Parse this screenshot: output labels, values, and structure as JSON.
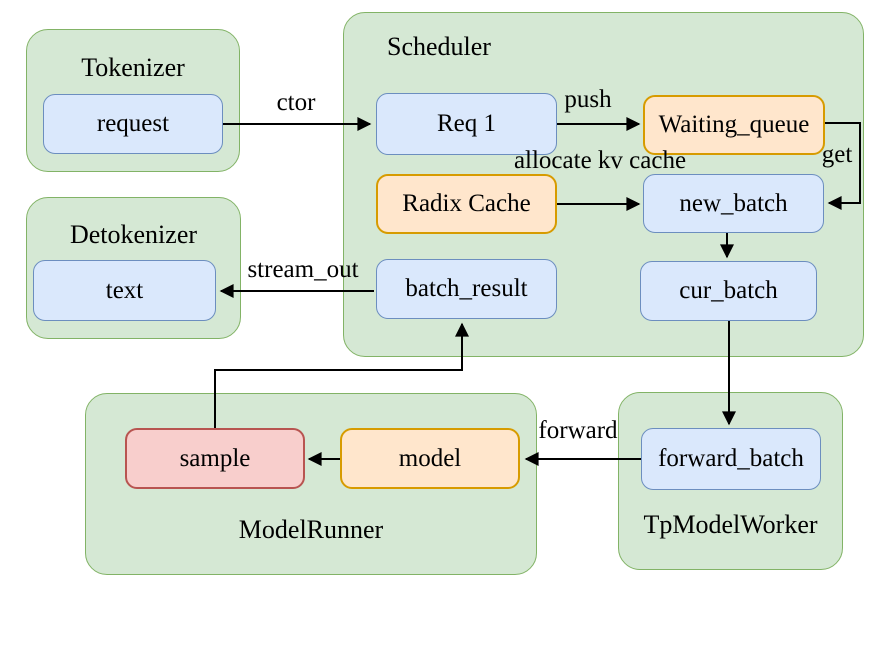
{
  "diagram": {
    "containers": {
      "tokenizer": {
        "label": "Tokenizer"
      },
      "detokenizer": {
        "label": "Detokenizer"
      },
      "scheduler": {
        "label": "Scheduler"
      },
      "model_runner": {
        "label": "ModelRunner"
      },
      "tp_model_worker": {
        "label": "TpModelWorker"
      }
    },
    "nodes": {
      "request": {
        "label": "request",
        "kind": "blue"
      },
      "text": {
        "label": "text",
        "kind": "blue"
      },
      "req1": {
        "label": "Req 1",
        "kind": "blue"
      },
      "waiting_queue": {
        "label": "Waiting_queue",
        "kind": "orange"
      },
      "radix_cache": {
        "label": "Radix Cache",
        "kind": "orange"
      },
      "new_batch": {
        "label": "new_batch",
        "kind": "blue"
      },
      "batch_result": {
        "label": "batch_result",
        "kind": "blue"
      },
      "cur_batch": {
        "label": "cur_batch",
        "kind": "blue"
      },
      "sample": {
        "label": "sample",
        "kind": "red"
      },
      "model": {
        "label": "model",
        "kind": "orange"
      },
      "forward_batch": {
        "label": "forward_batch",
        "kind": "blue"
      }
    },
    "edge_labels": {
      "ctor": {
        "label": "ctor"
      },
      "push": {
        "label": "push"
      },
      "get": {
        "label": "get"
      },
      "allocate_kv_cache": {
        "label": "allocate kv cache"
      },
      "stream_out": {
        "label": "stream_out"
      },
      "forward": {
        "label": "forward"
      }
    },
    "colors": {
      "container_fill": "#d5e8d4",
      "container_stroke": "#82b366",
      "blue_fill": "#dae8fc",
      "blue_stroke": "#6c8ebf",
      "orange_fill": "#ffe6cc",
      "orange_stroke": "#d79b00",
      "red_fill": "#f8cecc",
      "red_stroke": "#b85450",
      "arrow": "#000000",
      "background": "#ffffff"
    }
  }
}
